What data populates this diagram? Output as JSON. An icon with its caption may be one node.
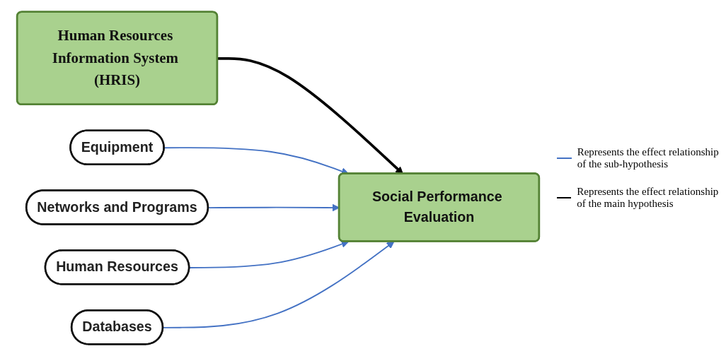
{
  "diagram": {
    "nodes": [
      {
        "text": [
          "Human Resources Information System (HRIS)"
        ]
      },
      {
        "text": [
          "Equipment"
        ]
      },
      {
        "text": [
          "Networks and Programs"
        ]
      },
      {
        "text": [
          "Human Resources"
        ]
      },
      {
        "text": [
          "Databases"
        ]
      },
      {
        "text": [
          "Social Performance Evaluation"
        ]
      }
    ],
    "edges": [
      {
        "from": 0,
        "to": 5,
        "arrow": "to",
        "style": "thick",
        "color": "#000000"
      },
      {
        "from": 1,
        "to": 5,
        "arrow": "to"
      },
      {
        "from": 2,
        "to": 5,
        "arrow": "to"
      },
      {
        "from": 3,
        "to": 5,
        "arrow": "to"
      },
      {
        "from": 4,
        "to": 5,
        "arrow": "to"
      }
    ],
    "legend": [
      {
        "text": "Represents the effect relationship of the sub-hypothesis"
      },
      {
        "text": "Represents the effect relationship of the main hypothesis"
      }
    ]
  }
}
